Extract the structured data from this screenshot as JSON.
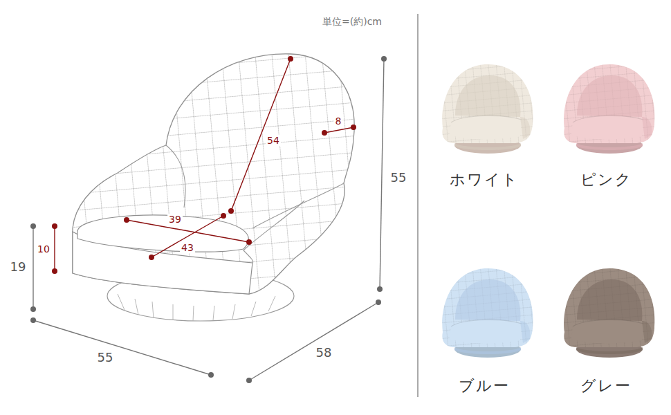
{
  "diagram": {
    "labels": [
      "単位=(約)cm",
      "54",
      "8",
      "55",
      "39",
      "43",
      "10",
      "19",
      "55",
      "58",
      "ホワイト",
      "ピンク",
      "ブルー",
      "グレー"
    ]
  }
}
